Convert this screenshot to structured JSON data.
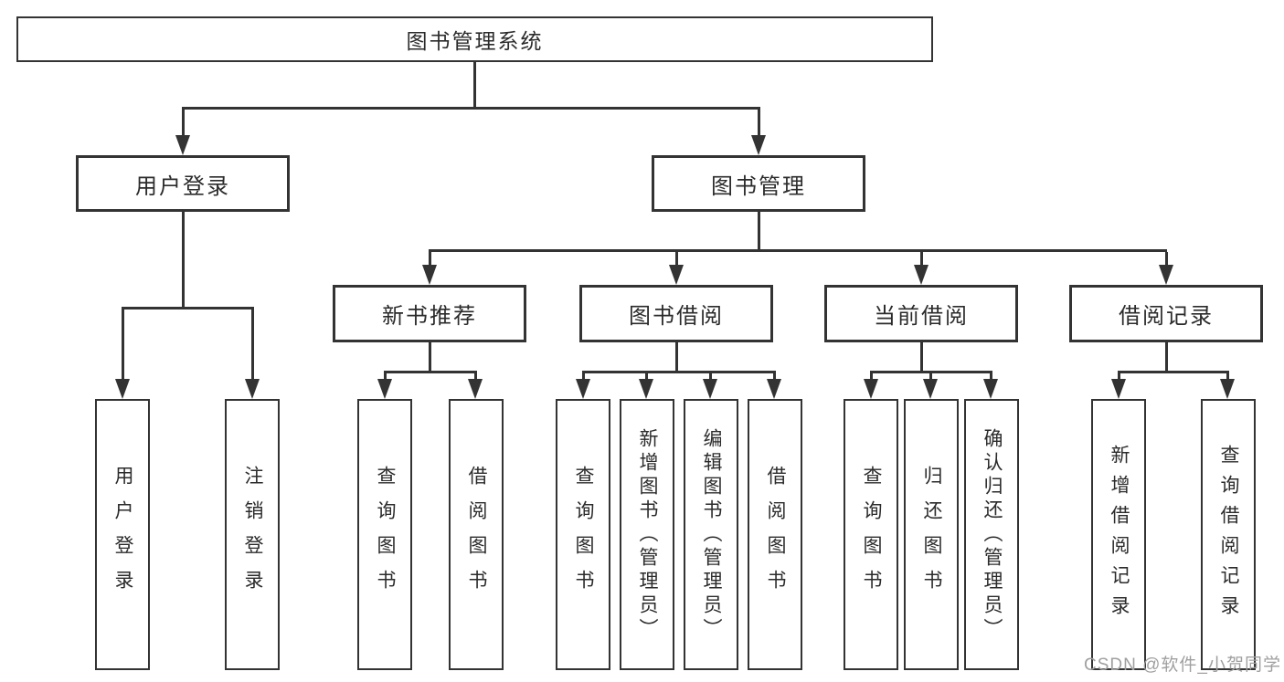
{
  "diagram": {
    "tree": {
      "root": {
        "label": "图书管理系统",
        "children": [
          {
            "label": "用户登录",
            "children": [
              {
                "label": "用户登录"
              },
              {
                "label": "注销登录"
              }
            ]
          },
          {
            "label": "图书管理",
            "children": [
              {
                "label": "新书推荐",
                "children": [
                  {
                    "label": "查询图书"
                  },
                  {
                    "label": "借阅图书"
                  }
                ]
              },
              {
                "label": "图书借阅",
                "children": [
                  {
                    "label": "查询图书"
                  },
                  {
                    "label": "新增图书（管理员）"
                  },
                  {
                    "label": "编辑图书（管理员）"
                  },
                  {
                    "label": "借阅图书"
                  }
                ]
              },
              {
                "label": "当前借阅",
                "children": [
                  {
                    "label": "查询图书"
                  },
                  {
                    "label": "归还图书"
                  },
                  {
                    "label": "确认归还（管理员）"
                  }
                ]
              },
              {
                "label": "借阅记录",
                "children": [
                  {
                    "label": "新增借阅记录"
                  },
                  {
                    "label": "查询借阅记录"
                  }
                ]
              }
            ]
          }
        ]
      }
    },
    "colors": {
      "line": "#333333",
      "text": "#2b2b2b",
      "watermark": "#a0a0a0",
      "background": "#ffffff"
    }
  },
  "watermark": {
    "text": "CSDN @软件_小贺同学"
  }
}
